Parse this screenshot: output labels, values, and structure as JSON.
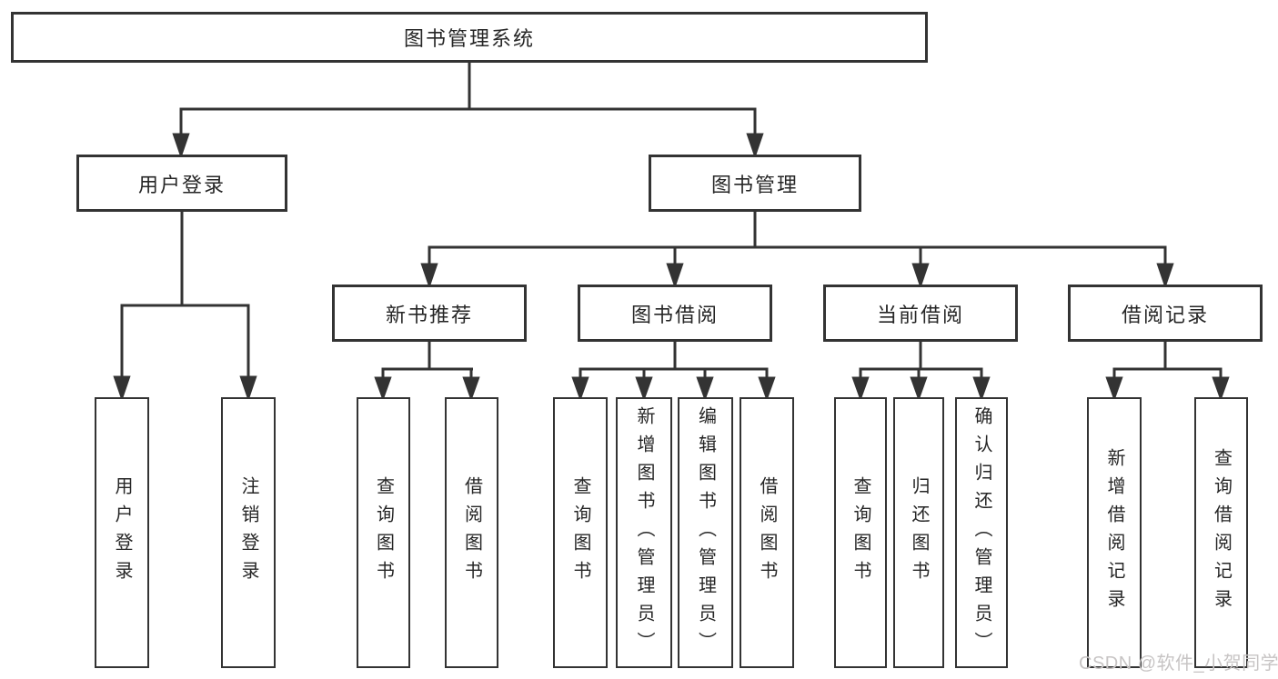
{
  "tree": {
    "label": "图书管理系统",
    "children": [
      {
        "label": "用户登录",
        "children": [
          {
            "label": "用户登录"
          },
          {
            "label": "注销登录"
          }
        ]
      },
      {
        "label": "图书管理",
        "children": [
          {
            "label": "新书推荐",
            "children": [
              {
                "label": "查询图书"
              },
              {
                "label": "借阅图书"
              }
            ]
          },
          {
            "label": "图书借阅",
            "children": [
              {
                "label": "查询图书"
              },
              {
                "label": "新增图书（管理员）"
              },
              {
                "label": "编辑图书（管理员）"
              },
              {
                "label": "借阅图书"
              }
            ]
          },
          {
            "label": "当前借阅",
            "children": [
              {
                "label": "查询图书"
              },
              {
                "label": "归还图书"
              },
              {
                "label": "确认归还（管理员）"
              }
            ]
          },
          {
            "label": "借阅记录",
            "children": [
              {
                "label": "新增借阅记录"
              },
              {
                "label": "查询借阅记录"
              }
            ]
          }
        ]
      }
    ]
  },
  "watermark": {
    "text": "CSDN @软件_小贺同学"
  },
  "colors": {
    "line": "#333333",
    "box_border": "#333333",
    "text": "#262626",
    "background": "#ffffff",
    "watermark": "#c7c4c4"
  }
}
